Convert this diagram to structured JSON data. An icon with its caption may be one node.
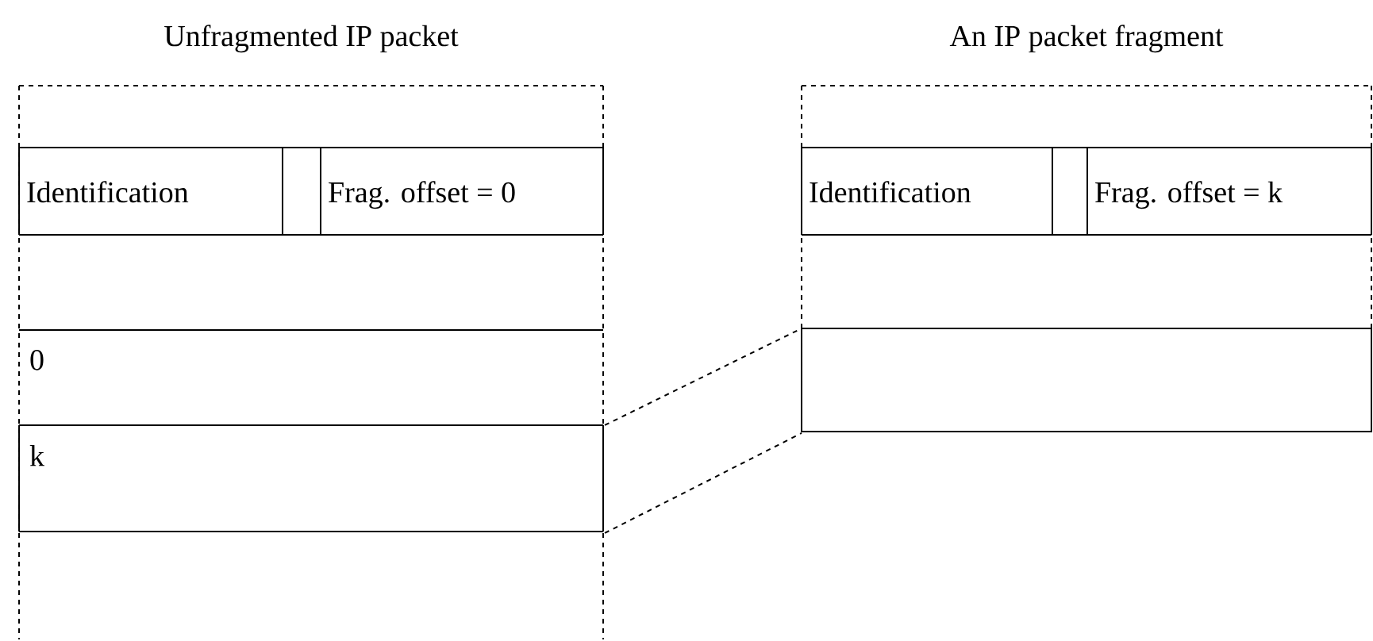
{
  "diagram": {
    "nodes": [
      {
        "text": [
          "Unfragmented IP packet"
        ]
      },
      {
        "text": [
          "Identification"
        ],
        "in": 0
      },
      {
        "text": [],
        "shape": "box",
        "in": 0
      },
      {
        "text": [
          "Frag. offset = 0"
        ],
        "in": 0
      },
      {
        "text": [
          "0"
        ],
        "in": 0
      },
      {
        "text": [
          "k"
        ],
        "in": 0
      },
      {
        "text": [
          "An IP packet fragment"
        ]
      },
      {
        "text": [
          "Identification"
        ],
        "in": 6
      },
      {
        "text": [],
        "shape": "box",
        "in": 6
      },
      {
        "text": [
          "Frag. offset = k"
        ],
        "in": 6
      },
      {
        "text": [],
        "shape": "box",
        "in": 6
      }
    ],
    "edges": [
      {
        "from": 5,
        "to": 10,
        "arrow": "none",
        "style": "dashed"
      },
      {
        "from": 5,
        "to": 10,
        "arrow": "none",
        "style": "dashed"
      }
    ]
  }
}
